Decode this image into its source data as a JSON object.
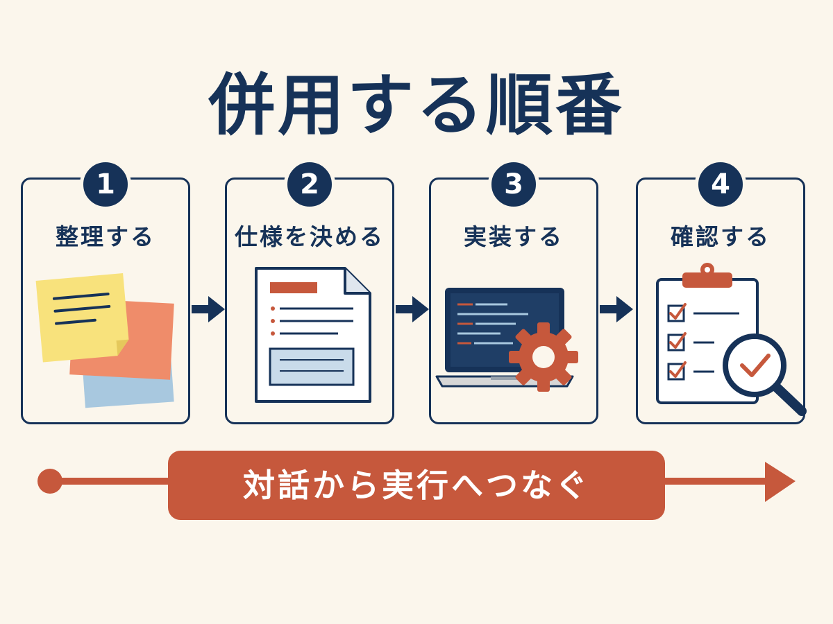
{
  "title": "併用する順番",
  "steps": [
    {
      "number": "1",
      "label": "整理する",
      "icon": "sticky-notes-icon"
    },
    {
      "number": "2",
      "label": "仕様を決める",
      "icon": "spec-document-icon"
    },
    {
      "number": "3",
      "label": "実装する",
      "icon": "laptop-gear-icon"
    },
    {
      "number": "4",
      "label": "確認する",
      "icon": "checklist-magnifier-icon"
    }
  ],
  "banner": {
    "text": "対話から実行へつなぐ"
  },
  "colors": {
    "navy": "#163258",
    "orange": "#c6583c",
    "background": "#fbf6ec",
    "sticky_yellow": "#f8e27c",
    "sticky_orange": "#ef8c6a",
    "sticky_blue": "#a8c8df"
  }
}
